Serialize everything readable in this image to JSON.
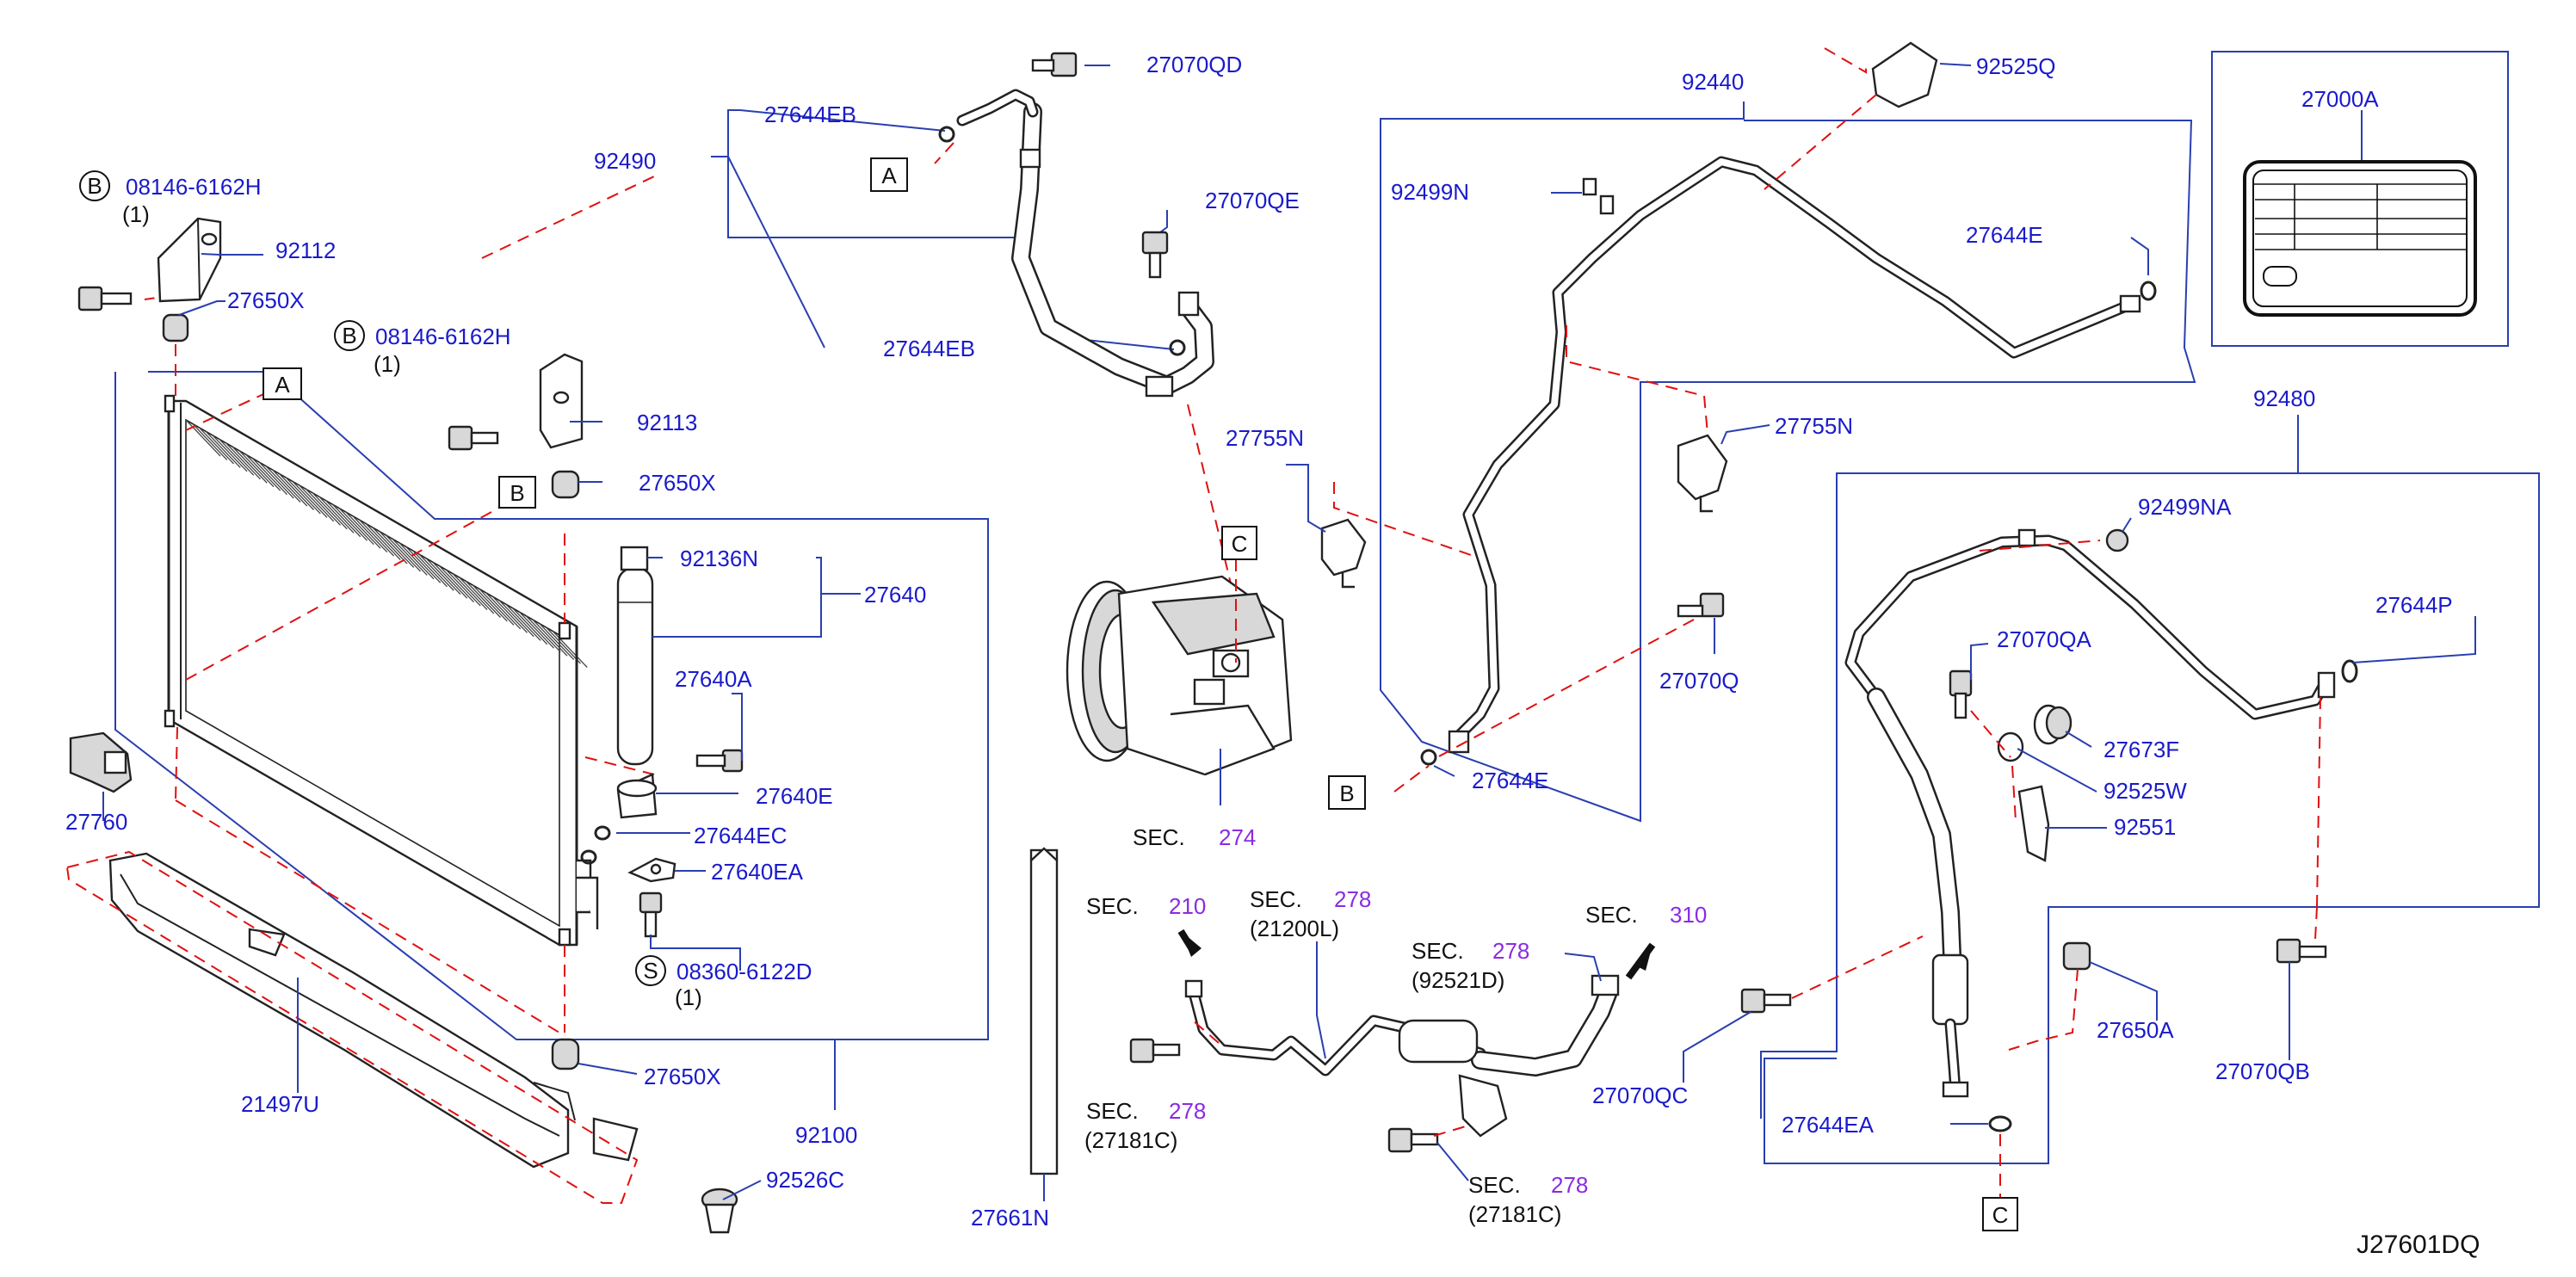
{
  "diagram_id": "J27601DQ",
  "labels": {
    "b_08146_1": "08146-6162H",
    "qty_1a": "(1)",
    "p92112": "92112",
    "p27650X_1": "27650X",
    "b_08146_2": "08146-6162H",
    "qty_1b": "(1)",
    "p92113": "92113",
    "p27650X_2": "27650X",
    "p92136N": "92136N",
    "p27640": "27640",
    "p27640A": "27640A",
    "p27640E": "27640E",
    "p27644EC": "27644EC",
    "p27640EA": "27640EA",
    "s_08360": "08360-6122D",
    "qty_1c": "(1)",
    "p27650X_3": "27650X",
    "p92100": "92100",
    "p27760": "27760",
    "p21497U": "21497U",
    "p92526C": "92526C",
    "p92490": "92490",
    "p27644EB_1": "27644EB",
    "p27070QD": "27070QD",
    "p27070QE": "27070QE",
    "p27644EB_2": "27644EB",
    "p27755N_1": "27755N",
    "p27661N": "27661N",
    "p92440": "92440",
    "p92525Q": "92525Q",
    "p92499N": "92499N",
    "p27644E_1": "27644E",
    "p27755N_2": "27755N",
    "p27070Q": "27070Q",
    "p27644E_2": "27644E",
    "p27000A": "27000A",
    "p92480": "92480",
    "p92499NA": "92499NA",
    "p27644P": "27644P",
    "p27070QA": "27070QA",
    "p27673F": "27673F",
    "p92525W": "92525W",
    "p92551": "92551",
    "p27650A": "27650A",
    "p27070QC": "27070QC",
    "p27070QB": "27070QB",
    "p27644EA": "27644EA"
  },
  "sections": {
    "sec_prefix": "SEC.",
    "s274": "274",
    "s210": "210",
    "s278a": "278",
    "s278a_sub": "(21200L)",
    "s278b": "278",
    "s278b_sub": "(92521D)",
    "s310": "310",
    "s278c": "278",
    "s278c_sub": "(27181C)",
    "s278d": "278",
    "s278d_sub": "(27181C)"
  },
  "markers": {
    "A": "A",
    "B": "B",
    "C": "C",
    "circle_B": "B",
    "circle_S": "S"
  },
  "colors": {
    "part_number": "#1a1acc",
    "section_number": "#8a2be2",
    "leader_line": "#2a3fb0",
    "dashed_connector": "#e01010",
    "outline": "#222222"
  }
}
